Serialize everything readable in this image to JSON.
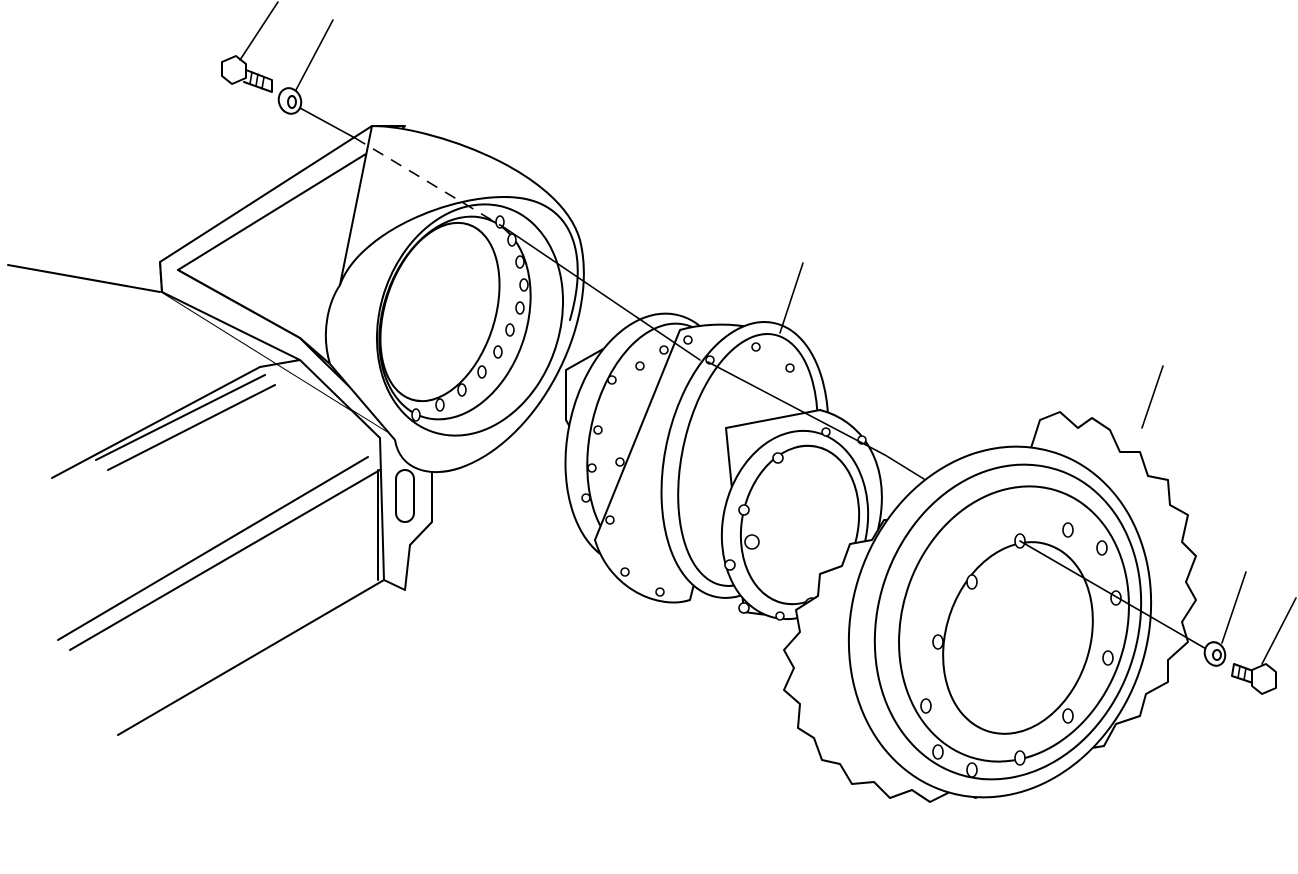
{
  "diagram": {
    "parts": [
      {
        "key": "track-frame",
        "callout_number": ""
      },
      {
        "key": "bolt-upper",
        "callout_number": ""
      },
      {
        "key": "washer-upper",
        "callout_number": ""
      },
      {
        "key": "final-drive",
        "callout_number": ""
      },
      {
        "key": "sprocket",
        "callout_number": ""
      },
      {
        "key": "washer-lower",
        "callout_number": ""
      },
      {
        "key": "bolt-lower",
        "callout_number": ""
      }
    ],
    "line_color": "#000000",
    "background": "#ffffff"
  }
}
